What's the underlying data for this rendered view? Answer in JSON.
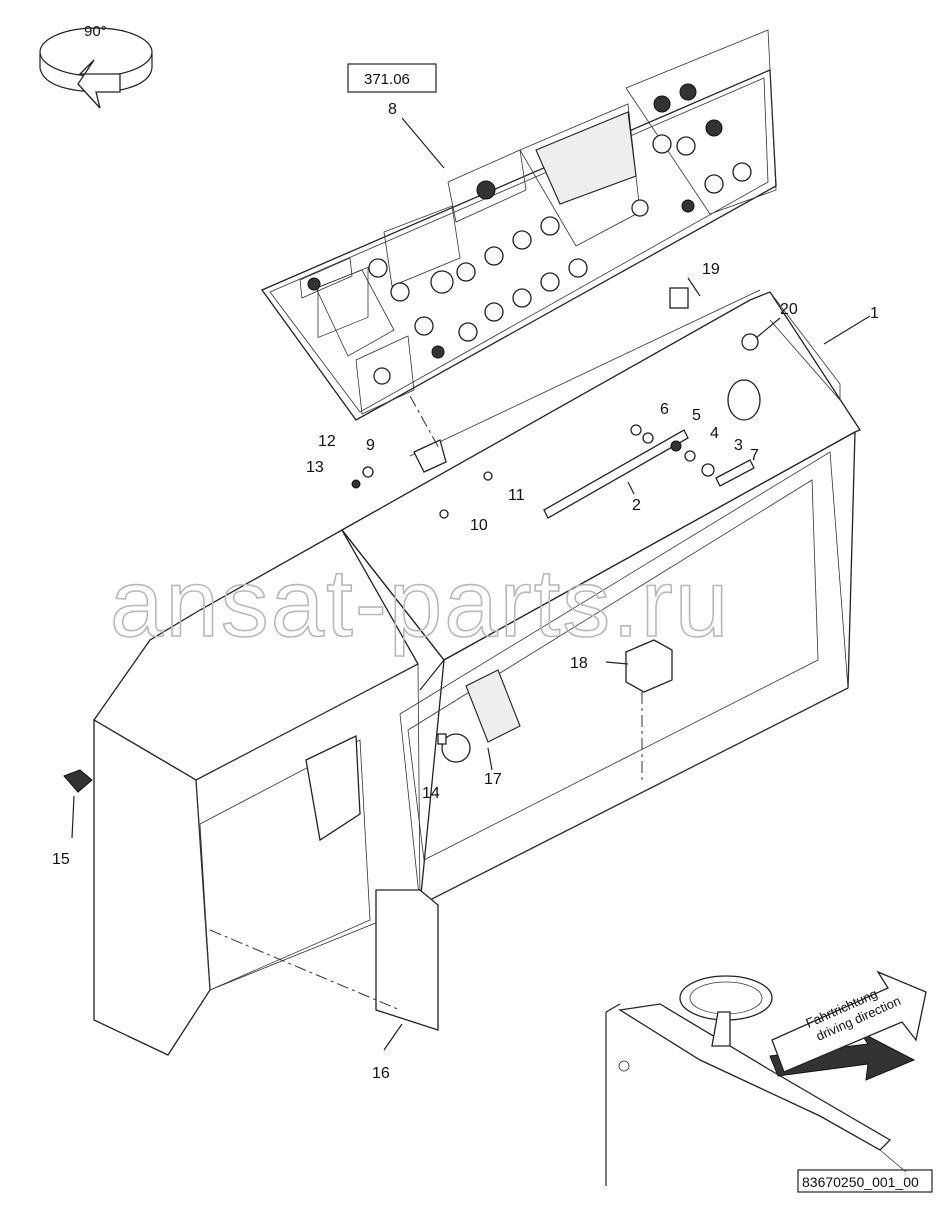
{
  "rotation_label": "90°",
  "reference_box": "371.06",
  "watermark": "ansat-parts.ru",
  "drawing_id": "83670250_001_00",
  "direction_de": "Fahrtrichtung",
  "direction_en": "driving direction",
  "callouts": [
    {
      "n": "1"
    },
    {
      "n": "2"
    },
    {
      "n": "3"
    },
    {
      "n": "4"
    },
    {
      "n": "5"
    },
    {
      "n": "6"
    },
    {
      "n": "7"
    },
    {
      "n": "8"
    },
    {
      "n": "9"
    },
    {
      "n": "10"
    },
    {
      "n": "11"
    },
    {
      "n": "12"
    },
    {
      "n": "13"
    },
    {
      "n": "14"
    },
    {
      "n": "15"
    },
    {
      "n": "16"
    },
    {
      "n": "17"
    },
    {
      "n": "18"
    },
    {
      "n": "19"
    },
    {
      "n": "20"
    }
  ]
}
